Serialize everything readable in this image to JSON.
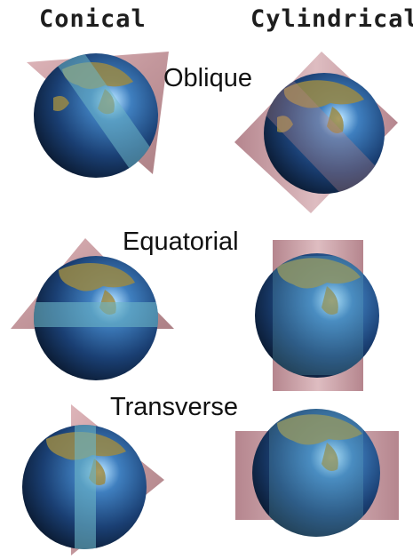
{
  "headers": {
    "conical": "Conical",
    "cylindrical": "Cylindrical"
  },
  "rows": {
    "oblique": "Oblique",
    "equatorial": "Equatorial",
    "transverse": "Transverse"
  },
  "colors": {
    "background": "#ffffff",
    "ocean_dark": "#0b1d3a",
    "ocean_mid": "#1f4d86",
    "ocean_light": "#5f9bd0",
    "land": "#9a8a46",
    "projection_surface": "#b8848a",
    "contact_band": "#6db6c6"
  }
}
